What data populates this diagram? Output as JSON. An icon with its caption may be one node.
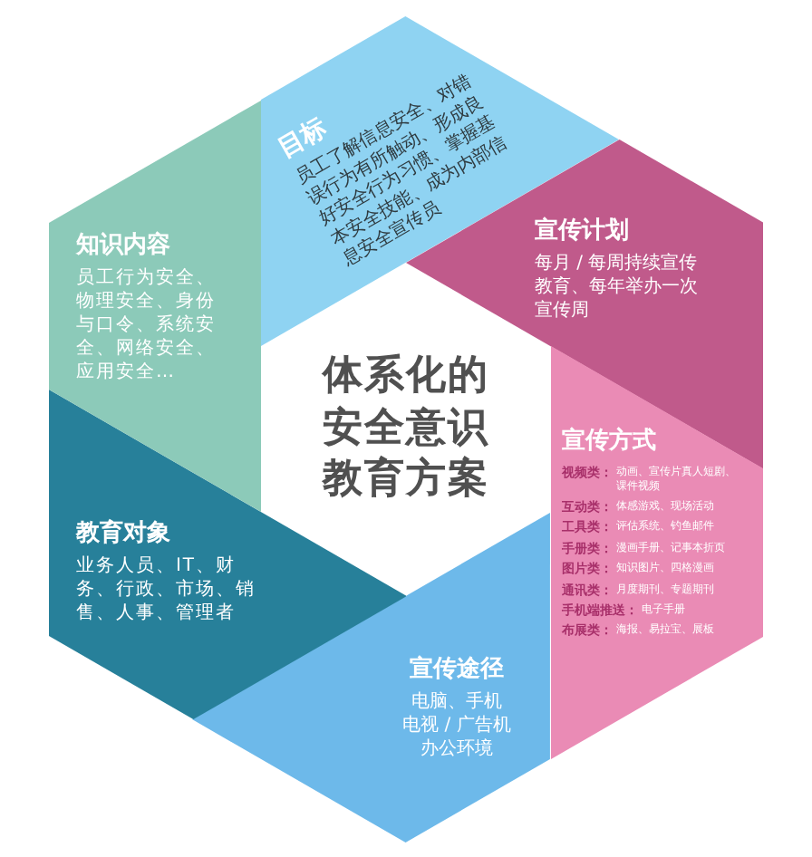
{
  "diagram": {
    "title": "体系化的安全意识教育方案",
    "nodes": [
      {
        "text": [
          "目标",
          "员工了解信息安全、对错误行为有所触动、形成良好安全行为习惯、掌握基本安全技能、成为内部信息安全宣传员"
        ]
      },
      {
        "text": [
          "宣传计划",
          "每月 / 每周持续宣传教育、每年举办一次宣传周"
        ]
      },
      {
        "text": [
          "宣传方式",
          "视频类：",
          "动画、宣传片真人短剧、课件视频",
          "互动类：",
          "体感游戏、现场活动",
          "工具类：",
          "评估系统、钓鱼邮件",
          "手册类：",
          "漫画手册、记事本折页",
          "图片类：",
          "知识图片、四格漫画",
          "通讯类：",
          "月度期刊、专题期刊",
          "手机端推送：",
          "电子手册",
          "布展类：",
          "海报、易拉宝、展板"
        ]
      },
      {
        "text": [
          "宣传途径",
          "电脑、手机",
          "电视 / 广告机",
          "办公环境"
        ]
      },
      {
        "text": [
          "教育对象",
          "业务人员、IT、财务、行政、市场、销售、人事、管理者"
        ]
      },
      {
        "text": [
          "知识内容",
          "员工行为安全、物理安全、身份与口令、系统安全、网络安全、应用安全…"
        ]
      }
    ]
  }
}
